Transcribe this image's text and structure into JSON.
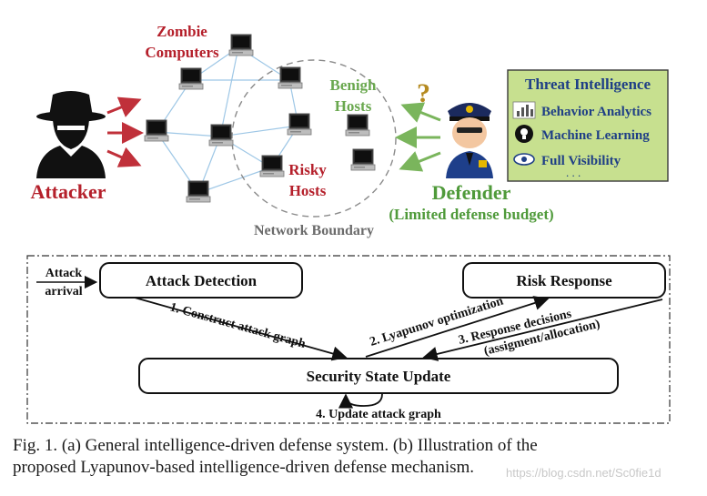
{
  "top": {
    "zombie_line1": "Zombie",
    "zombie_line2": "Computers",
    "attacker": "Attacker",
    "benign_line1": "Benigh",
    "benign_line2": "Hosts",
    "risky_line1": "Risky",
    "risky_line2": "Hosts",
    "defender": "Defender",
    "budget": "(Limited defense budget)",
    "network_boundary": "Network Boundary",
    "question_mark": "?",
    "threat": {
      "title": "Threat Intelligence",
      "items": [
        {
          "label": "Behavior Analytics",
          "icon": "chart-icon"
        },
        {
          "label": "Machine Learning",
          "icon": "brain-icon"
        },
        {
          "label": "Full Visibility",
          "icon": "eye-icon"
        }
      ],
      "ellipsis": ". . ."
    }
  },
  "bottom": {
    "attack_arrival_line1": "Attack",
    "attack_arrival_line2": "arrival",
    "attack_detection": "Attack Detection",
    "risk_response": "Risk Response",
    "security_state_update": "Security State Update",
    "step1": "1. Construct attack graph",
    "step2": "2. Lyapunov optimization",
    "step3_line1": "3. Response decisions",
    "step3_line2": "(assigment/allocation)",
    "step4": "4. Update attack graph"
  },
  "caption": {
    "line1": "Fig. 1.  (a) General intelligence-driven defense system. (b) Illustration of the",
    "line2": "proposed Lyapunov-based intelligence-driven defense mechanism."
  },
  "watermark": "https://blog.csdn.net/Sc0fie1d",
  "colors": {
    "attacker_red": "#b5202b",
    "benign_green": "#6aa84f",
    "defender_green": "#4f9a3a",
    "threat_panel": "#c7e08f",
    "threat_text": "#1f3f86",
    "boundary_gray": "#8a8a8a",
    "link_blue": "#9ec7e6"
  }
}
